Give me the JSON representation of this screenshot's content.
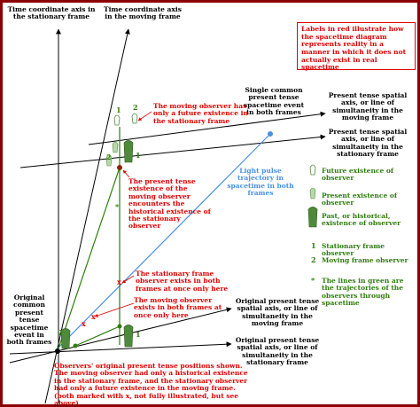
{
  "colors": {
    "border": "#8b0000",
    "axis": "#000000",
    "light_pulse": "#4a90e2",
    "trajectory": "#2f7d0e",
    "annotation": "#e00000",
    "observer_marker": "#4f8a3c",
    "event_dot": "#8b2500"
  },
  "note": "Labels in red illustrate how the spacetime diagram represents reality in a manner in which it does not actually exist in real spacetime",
  "axes": {
    "time_stationary": "Time coordinate axis in the stationary frame",
    "time_moving": "Time coordinate axis in the moving frame",
    "present_moving_top": "Present tense spatial axis, or line of simultaneity in the moving frame",
    "present_stationary_top": "Present tense spatial axis, or line of simultaneity in the stationary frame",
    "original_moving": "Original present tense spatial axis, or line of simultaneity in the moving frame",
    "original_stationary": "Original present tense spatial axis, or line of simultaneity in the stationary frame"
  },
  "events": {
    "common_top": "Single common present tense spacetime event in both frames",
    "common_origin": "Original common present tense spacetime event in both frames"
  },
  "light_pulse": "Light pulse trajectory in spacetime in both frames",
  "annotations": {
    "moving_future_only": "The moving observer has only a future existence in the stationary frame",
    "encounters_historical": "The present tense existence of the moving observer encounters the historical existence of the stationary observer",
    "stationary_once": "The stationary frame observer exists in both frames at once only here",
    "moving_once": "The moving observer exists in both frames at once only here",
    "original_positions": "Observers' original present tense positions shown. The moving observer had only a historical existence in the stationary frame, and the stationary observer had only a future existence in the moving frame. (both marked with x, not fully illustrated, but see above)"
  },
  "legend": [
    {
      "icon": "future-observer",
      "text": "Future existence of observer"
    },
    {
      "icon": "present-observer",
      "text": "Present existence of observer"
    },
    {
      "icon": "past-observer",
      "text": "Past, or historical, existence of observer"
    },
    {
      "icon": "number-1",
      "text": "Stationary frame observer",
      "symbol": "1"
    },
    {
      "icon": "number-2",
      "text": "Moving frame observer",
      "symbol": "2"
    },
    {
      "icon": "asterisk",
      "text": "The lines in green are the trajectories of the observers through spacetime",
      "symbol": "*"
    }
  ],
  "markers": {
    "one": "1",
    "two": "2",
    "x": "x",
    "star": "*"
  }
}
